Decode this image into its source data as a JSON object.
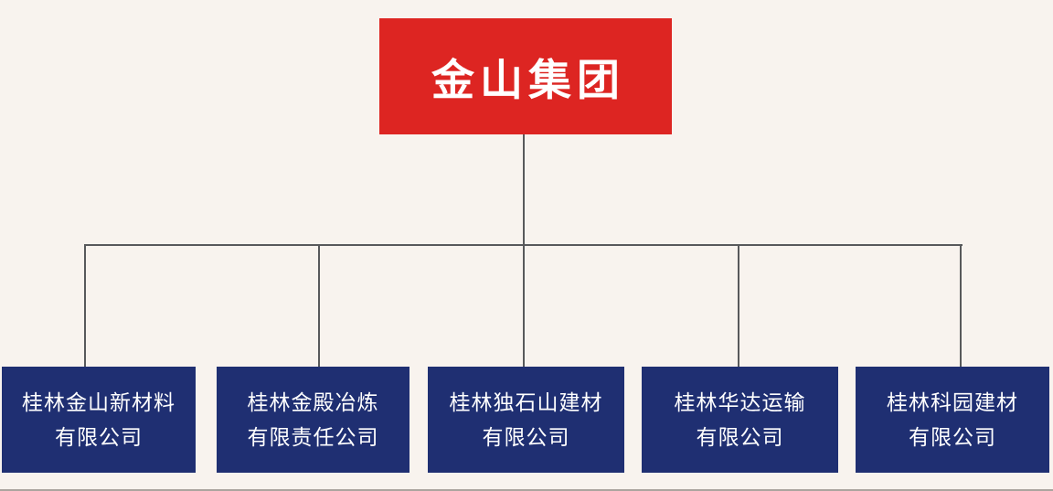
{
  "page": {
    "background_color": "#F8F3EE",
    "bottom_divider_color": "#ABA49E"
  },
  "org_chart": {
    "connector_color": "#58595B",
    "root": {
      "label": "金山集团",
      "bg_color": "#DD2522",
      "text_color": "#FFFFFF"
    },
    "child_bg_color": "#1F2F72",
    "child_text_color": "#FFFFFF",
    "children": [
      {
        "name_line1": "桂林金山新材料",
        "name_line2": "有限公司",
        "full_name": "桂林金山新材料有限公司"
      },
      {
        "name_line1": "桂林金殿冶炼",
        "name_line2": "有限责任公司",
        "full_name": "桂林金殿冶炼有限责任公司"
      },
      {
        "name_line1": "桂林独石山建材",
        "name_line2": "有限公司",
        "full_name": "桂林独石山建材有限公司"
      },
      {
        "name_line1": "桂林华达运输",
        "name_line2": "有限公司",
        "full_name": "桂林华达运输有限公司"
      },
      {
        "name_line1": "桂林科园建材",
        "name_line2": "有限公司",
        "full_name": "桂林科园建材有限公司"
      }
    ]
  }
}
